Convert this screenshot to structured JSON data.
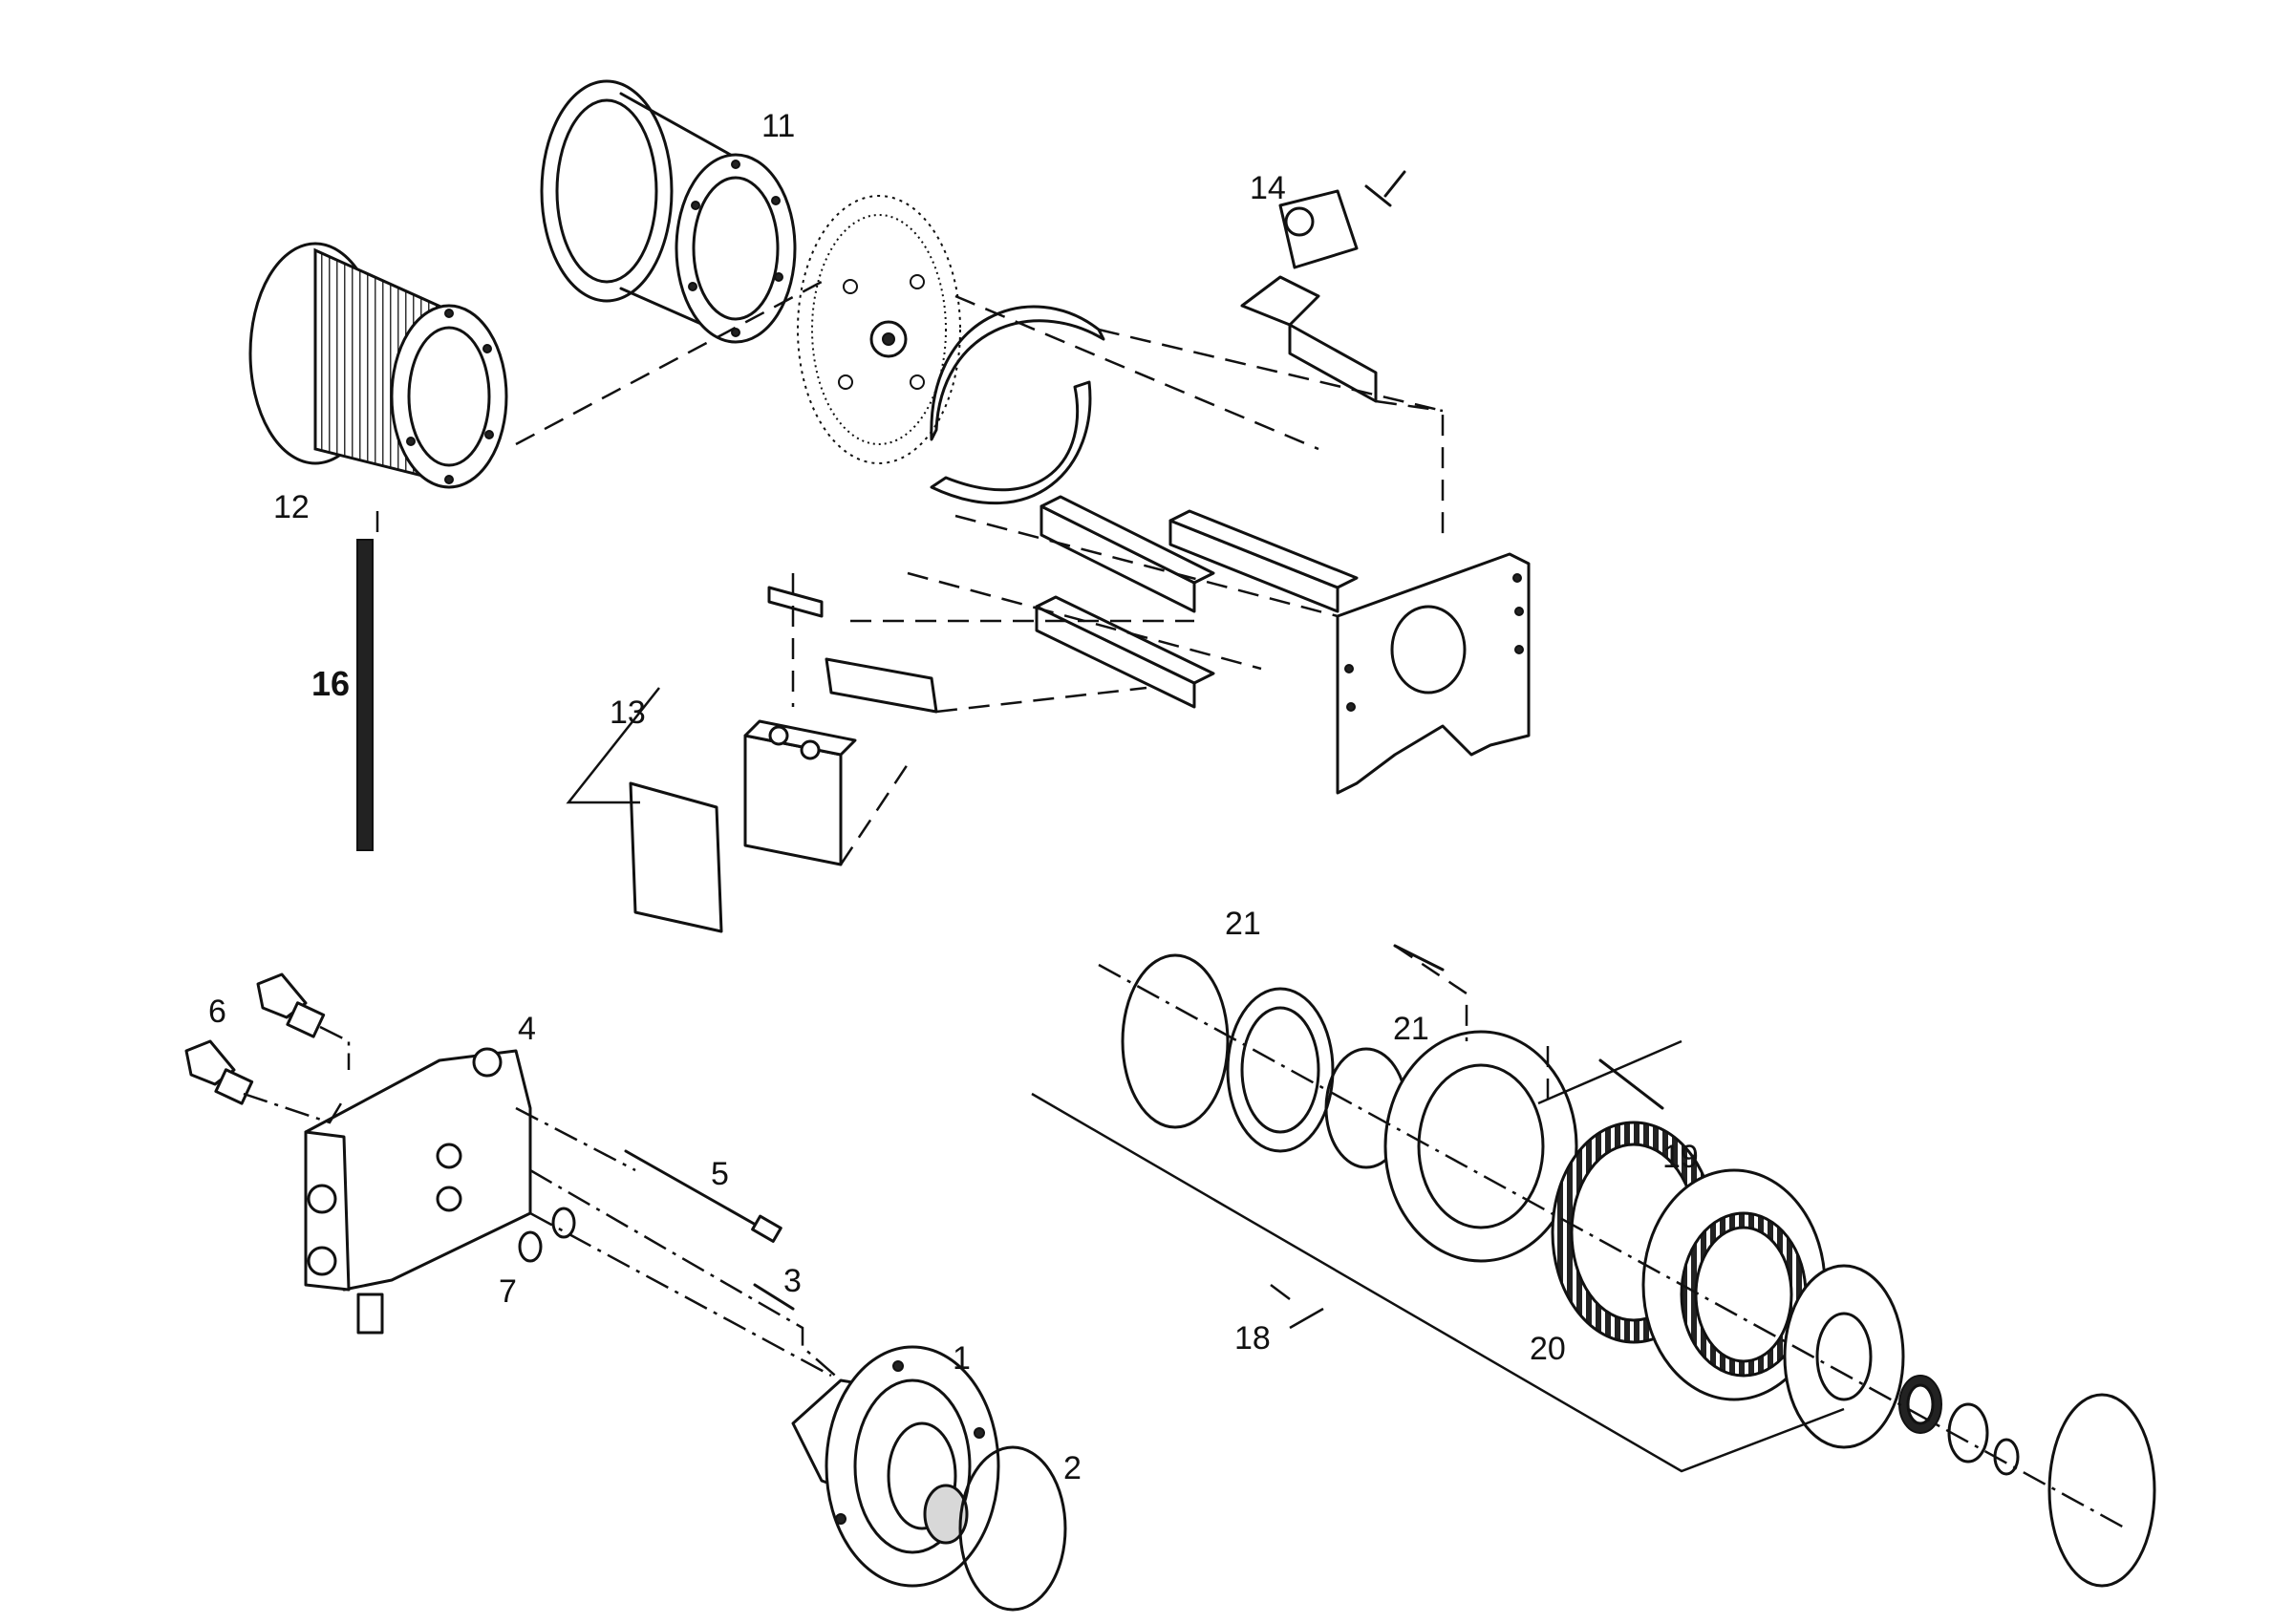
{
  "labels": {
    "l1": "1",
    "l2": "2",
    "l3": "3",
    "l4": "4",
    "l5": "5",
    "l6": "6",
    "l7": "7",
    "l11": "11",
    "l12": "12",
    "l13": "13",
    "l14": "14",
    "l16": "16",
    "l18": "18",
    "l19": "19",
    "l20": "20",
    "l21a": "21",
    "l21b": "21"
  }
}
